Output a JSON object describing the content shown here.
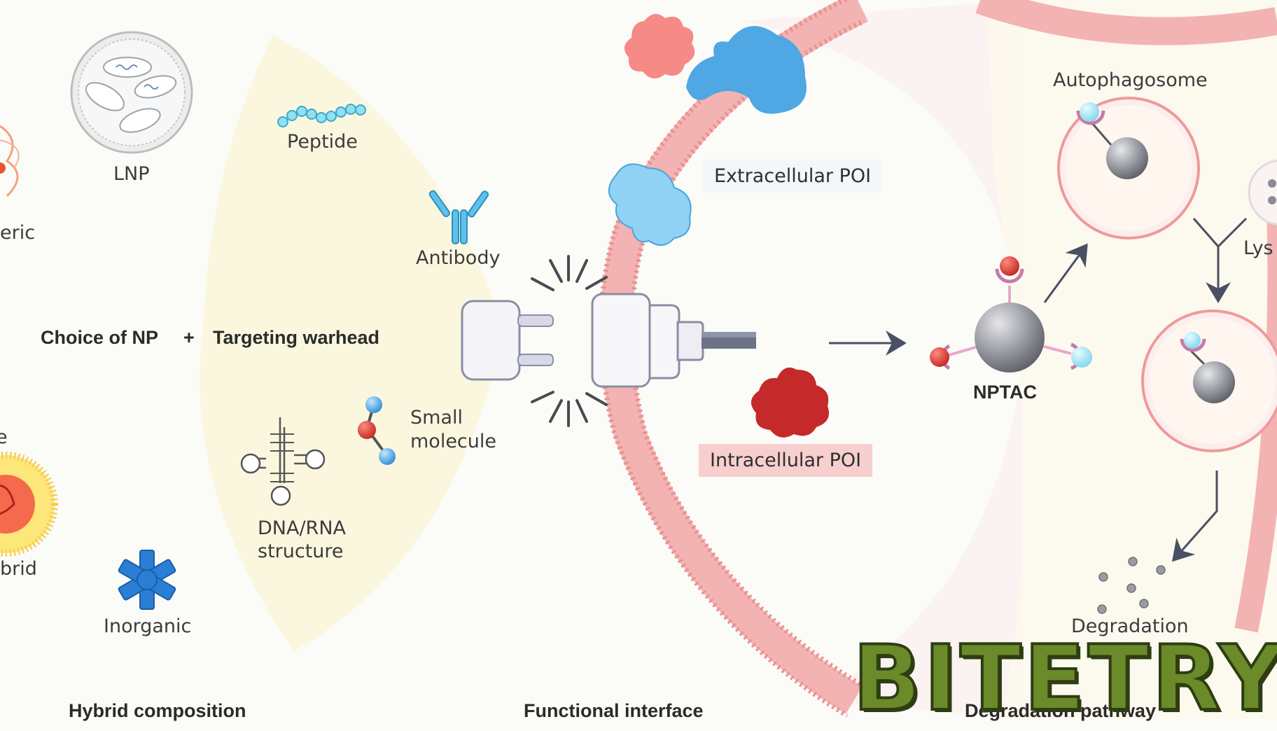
{
  "left_section": {
    "np_types": {
      "lnp": "LNP",
      "polymeric_partial": "eric",
      "hybrid_partial": "brid",
      "lipid_partial": "e",
      "inorganic": "Inorganic"
    },
    "choice_of_np": "Choice of NP",
    "plus": "+",
    "targeting_warhead": "Targeting warhead",
    "warheads": {
      "peptide": "Peptide",
      "antibody": "Antibody",
      "small_molecule_line1": "Small",
      "small_molecule_line2": "molecule",
      "dna_rna_line1": "DNA/RNA",
      "dna_rna_line2": "structure"
    }
  },
  "middle_section": {
    "extracellular_poi": "Extracellular POI",
    "intracellular_poi": "Intracellular POI"
  },
  "right_section": {
    "autophagosome": "Autophagosome",
    "lysosome_partial": "Lys",
    "nptac": "NPTAC",
    "degradation": "Degradation"
  },
  "footer": {
    "hybrid_composition": "Hybrid composition",
    "functional_interface": "Functional interface",
    "degradation_pathway": "Degradation pathway"
  },
  "watermark": "BITETRY",
  "colors": {
    "membrane": "#f0a9a9",
    "extracellular_poi": "#5bb4ea",
    "intracellular_poi": "#c42a2a",
    "fan_background": "#fbf7df",
    "nptac_core": "#9a9ca3"
  }
}
